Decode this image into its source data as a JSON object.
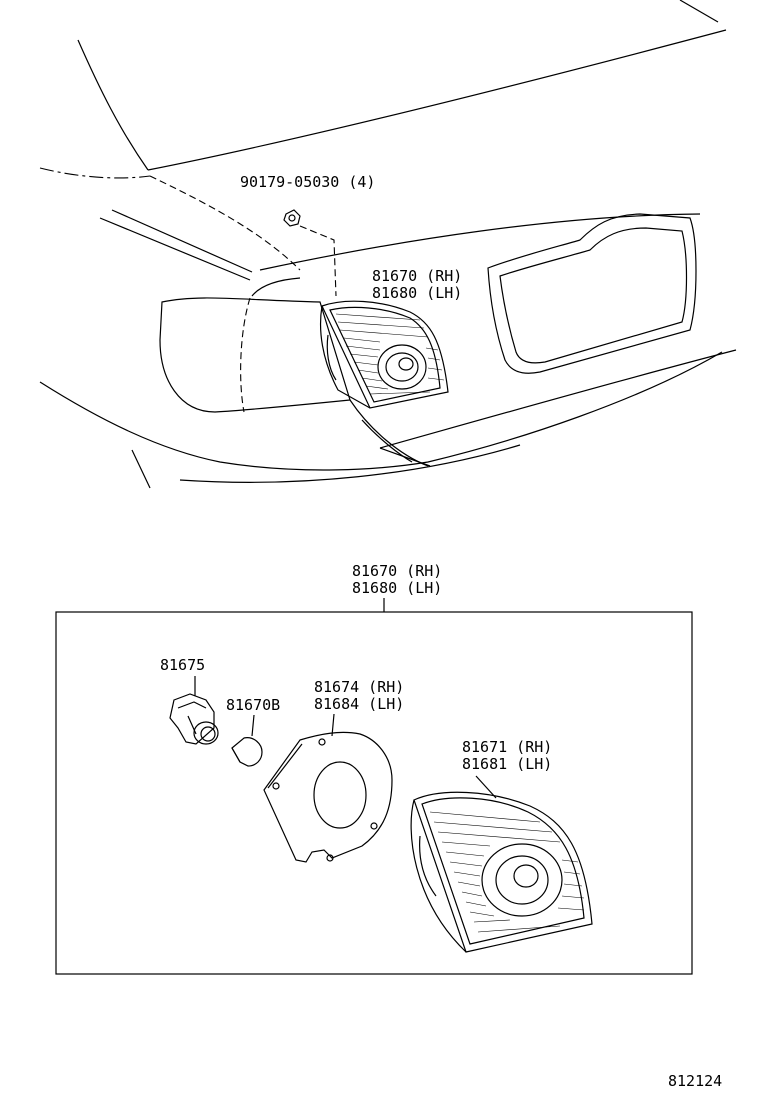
{
  "labels": {
    "nut_part": "90179-05030 (4)",
    "lamp_assy_rh_top": "81670 (RH)",
    "lamp_assy_lh_top": "81680 (LH)",
    "lamp_assy_rh": "81670 (RH)",
    "lamp_assy_lh": "81680 (LH)",
    "socket": "81675",
    "bulb": "81670B",
    "gasket_rh": "81674 (RH)",
    "gasket_lh": "81684 (LH)",
    "lens_rh": "81671 (RH)",
    "lens_lh": "81681 (LH)",
    "figure_number": "812124"
  }
}
